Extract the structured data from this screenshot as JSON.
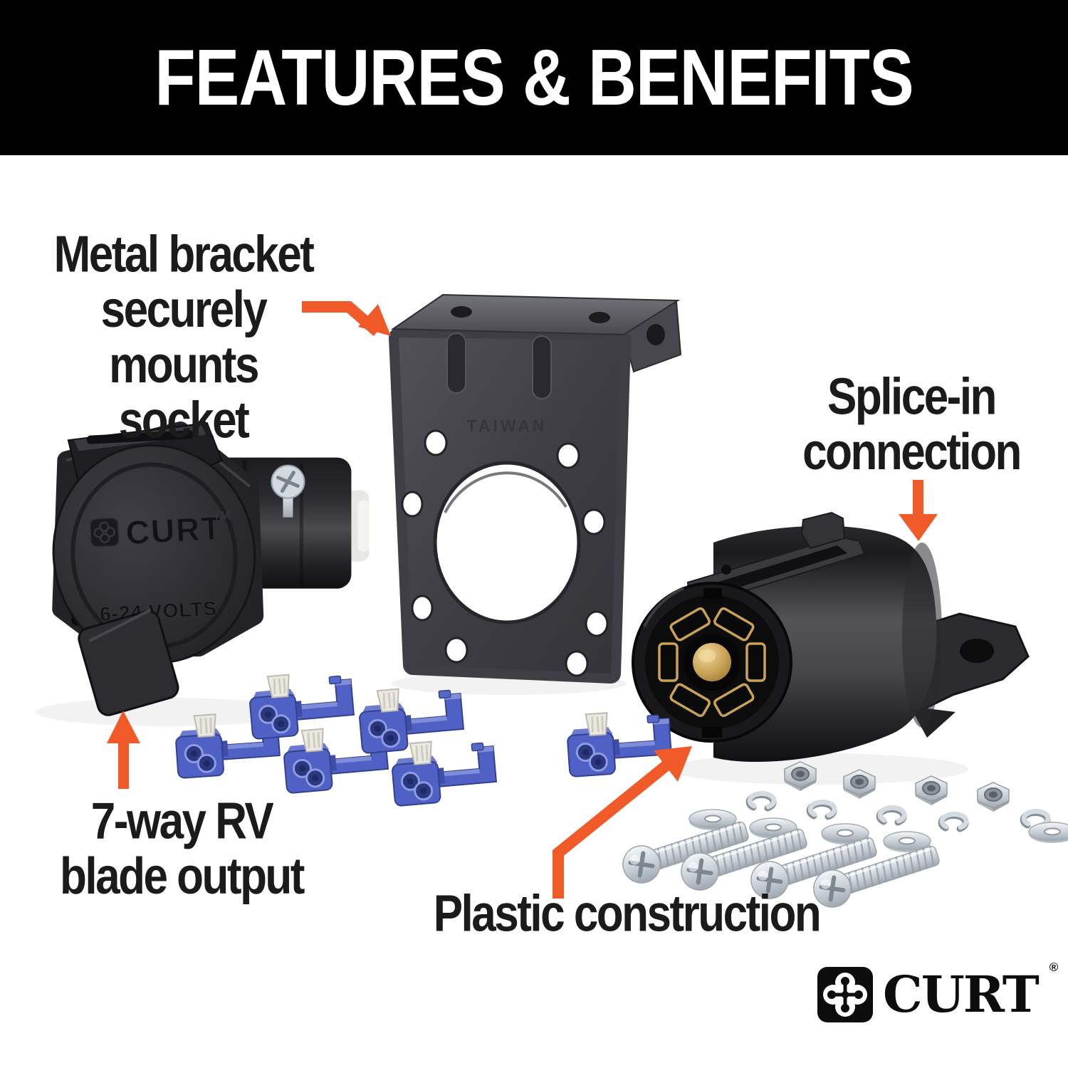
{
  "header": {
    "title": "FEATURES & BENEFITS",
    "bg": "#000000",
    "fg": "#FFFFFF"
  },
  "callouts": {
    "metal_bracket": {
      "label": "Metal bracket\nsecurely\nmounts socket"
    },
    "splice": {
      "label": "Splice-in\nconnection"
    },
    "blade_output": {
      "label": "7-way RV\nblade output"
    },
    "plastic": {
      "label": "Plastic construction"
    }
  },
  "products": {
    "socket": {
      "marking_brand": "CURT",
      "marking_tm": "TM",
      "marking_volts": "6-24 VOLTS"
    },
    "bracket": {
      "marking": "TAIWAN"
    },
    "parts_visible": {
      "splice_connectors": 6,
      "screws": 4,
      "hex_nuts": 4,
      "flat_washers": 5,
      "lock_washers": 5
    }
  },
  "logo": {
    "brand": "CURT",
    "registered": "®"
  },
  "colors": {
    "accent_orange": "#EF5A28",
    "text": "#1B1B1B",
    "splice_blue": "#4F61C5",
    "brass": "#C9A256",
    "plastic_dark": "#232327",
    "bracket_gray": "#3E3E44",
    "hardware_silver": "#C3CAD1"
  }
}
